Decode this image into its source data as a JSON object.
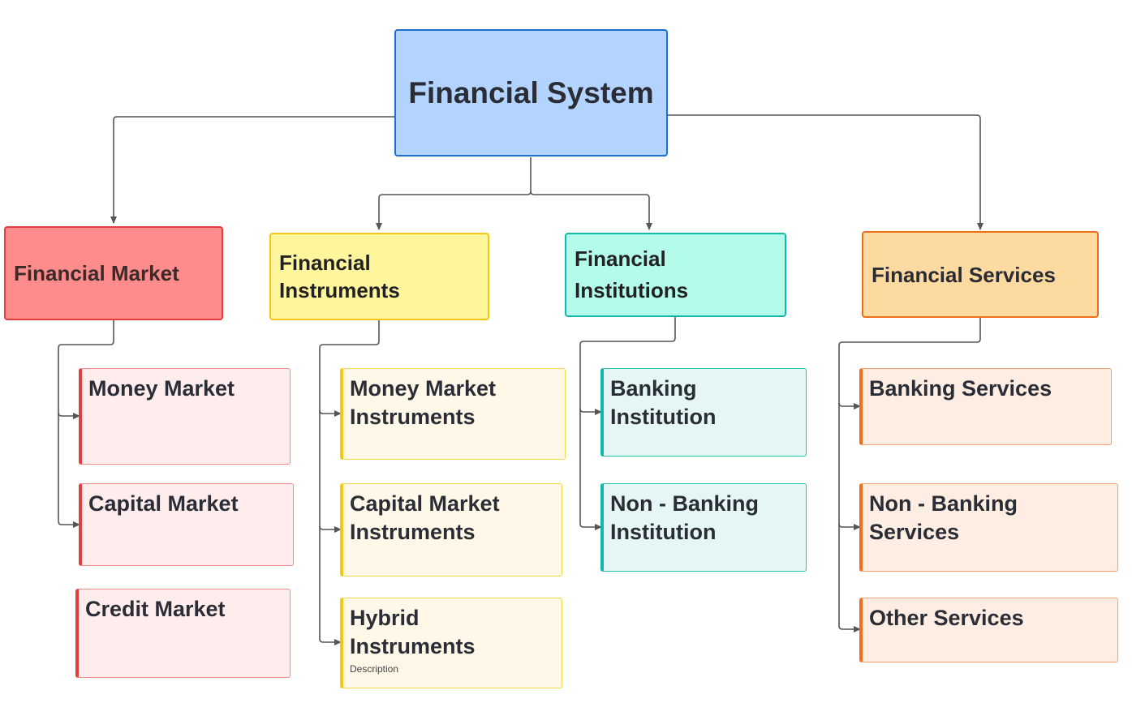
{
  "diagram": {
    "root": {
      "label": "Financial System"
    },
    "categories": [
      {
        "id": "market",
        "label": "Financial Market",
        "color": "#ff8c8c",
        "border": "#e33d3d",
        "items": [
          {
            "label": "Money Market"
          },
          {
            "label": "Capital Market"
          },
          {
            "label": "Credit Market"
          }
        ]
      },
      {
        "id": "instruments",
        "label": "Financial Instruments",
        "color": "#fff59d",
        "border": "#f5c518",
        "items": [
          {
            "label": "Money Market Instruments"
          },
          {
            "label": "Capital Market Instruments"
          },
          {
            "label": "Hybrid Instruments",
            "description": "Description"
          }
        ]
      },
      {
        "id": "institutions",
        "label": "Financial Institutions",
        "color": "#b3fcec",
        "border": "#14b8a6",
        "items": [
          {
            "label": "Banking Institution"
          },
          {
            "label": "Non - Banking Institution"
          }
        ]
      },
      {
        "id": "services",
        "label": "Financial Services",
        "color": "#fddba0",
        "border": "#f06f1c",
        "items": [
          {
            "label": "Banking Services"
          },
          {
            "label": "Non - Banking Services"
          },
          {
            "label": "Other Services"
          }
        ]
      }
    ]
  }
}
